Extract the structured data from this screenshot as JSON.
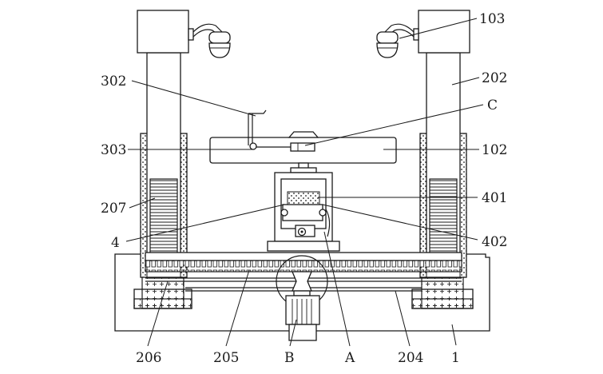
{
  "labels": {
    "l103": "103",
    "l202": "202",
    "l302": "302",
    "lC": "C",
    "l303": "303",
    "l102": "102",
    "l207": "207",
    "l401": "401",
    "l4": "4",
    "l402": "402",
    "l206": "206",
    "l205": "205",
    "lB": "B",
    "lA": "A",
    "l204": "204",
    "l1": "1"
  }
}
